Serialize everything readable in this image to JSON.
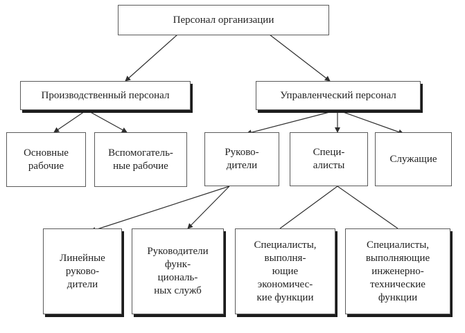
{
  "diagram": {
    "nodes": {
      "root": "Персонал организации",
      "production": "Производственный персонал",
      "management": "Управленческий персонал",
      "main_workers": "Основные\nрабочие",
      "aux_workers": "Вспомогатель-\nные рабочие",
      "managers": "Руково-\nдители",
      "specialists": "Специ-\nалисты",
      "employees": "Служащие",
      "line_managers": "Линейные\nруково-\nдители",
      "functional_heads": "Руководители\nфунк-\nциональ-\nных служб",
      "economic_specialists": "Специалисты,\nвыполня-\nющие\nэкономичес-\nкие функции",
      "engineering_specialists": "Специалисты,\nвыполняющие\nинженерно-\nтехнические\nфункции"
    }
  }
}
